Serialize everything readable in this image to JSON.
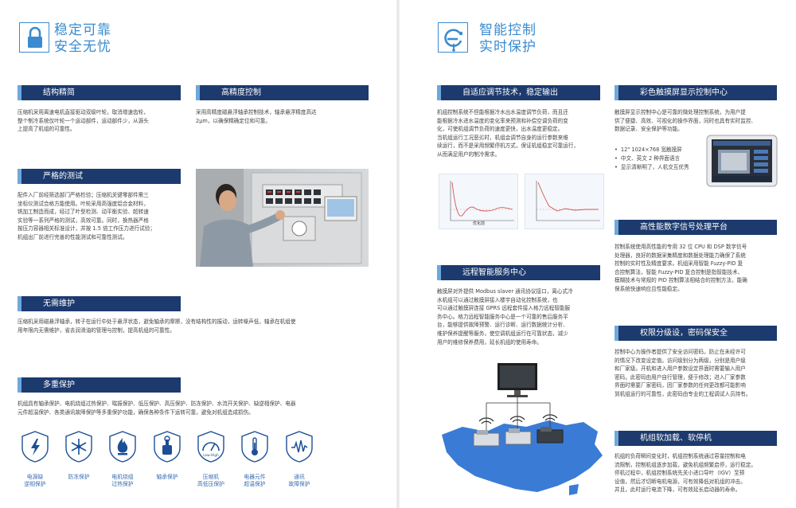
{
  "left": {
    "title_line1": "稳定可靠",
    "title_line2": "安全无忧",
    "sections": {
      "structure": {
        "header": "结构精简",
        "lines": [
          "压缩机采用离速电机直接驱动双级叶轮，取消增速齿轮，",
          "整个制冷系统仅叶轮一个运动部件，运动部件少，从源头",
          "上提高了机组的可靠性。"
        ]
      },
      "precision": {
        "header": "高精度控制",
        "lines": [
          "采用高精度磁悬浮轴承控制技术，轴承悬浮精度高达",
          "2μm，以确保精确定位和可靠。"
        ]
      },
      "testing": {
        "header": "严格的测试",
        "lines": [
          "配件入厂前经筛选部门严格检验；压缩机关键零部件需三",
          "坐标仪测试合格方能使用。叶轮采用高强度铝合金材料，",
          "铣加工制造而成，经过了叶型检测、动平衡实验、超转速",
          "实验等一系列严格的测试，高效可靠。同时，换热器严格",
          "按压力容器相关标准设计，并按 1.5 倍工作压力进行试验；",
          "机组出厂前进行完善的性能测试和可靠性测试。"
        ]
      },
      "maintenance": {
        "header": "无需维护",
        "lines": [
          "压缩机采用磁悬浮轴承，转子在运行中处于悬浮状态，避免轴承的摩擦，没有结构性的振动，运转噪声低，轴承在机组使",
          "用年限内无需维护，省去润滑油的管理与控制，提高机组的可靠性。"
        ]
      },
      "protection": {
        "header": "多重保护",
        "lines": [
          "机组具有轴承保护、电机绕组过热保护、喘振保护、低压保护、高压保护、防冻保护、水流开关保护、缺逆相保护、电器",
          "元件超温保护、各类通讯故障保护等多重保护功能，确保各种条件下运转可靠，避免对机组造成损伤。"
        ]
      }
    },
    "protections": [
      {
        "icon": "lightning-icon",
        "label1": "电源缺",
        "label2": "逆相保护"
      },
      {
        "icon": "snowflake-icon",
        "label1": "防冻保护",
        "label2": ""
      },
      {
        "icon": "flame-icon",
        "label1": "电机绕组",
        "label2": "过热保护"
      },
      {
        "icon": "bearing-icon",
        "label1": "轴承保护",
        "label2": ""
      },
      {
        "icon": "gauge-icon",
        "label1": "压缩机",
        "label2": "高低压保护",
        "gauge_text": "Low-High"
      },
      {
        "icon": "thermometer-icon",
        "label1": "电器元件",
        "label2": "超温保护"
      },
      {
        "icon": "signal-wave-icon",
        "label1": "通讯",
        "label2": "故障保护"
      }
    ]
  },
  "right": {
    "title_line1": "智能控制",
    "title_line2": "实时保护",
    "sections": {
      "adaptive": {
        "header": "自适应调节技术，稳定输出",
        "lines": [
          "机组控制系统不但能根据冷水出水温度调节负荷，而且还",
          "能根据冷水进水温度的变化率来预测和补偿空调负荷的变",
          "化，可使机组调节负荷的速度更快，出水温度更稳定。",
          "当机组运行工况恶劣时，机组会调节自身的运行参数来维",
          "续运行，而不是采用频繁停机方式，保证机组稳定可靠运行，",
          "从而满足用户的制冷需求。"
        ],
        "graph_caption": "优化前"
      },
      "touchscreen": {
        "header": "彩色触摸屏显示控制中心",
        "lines": [
          "触摸屏显示控制中心是可靠的微处理控制系统，为用户提",
          "供了便捷、高效、可视化的操作界面，同时也具有实时监控、",
          "数据记录、安全保护等功能。"
        ],
        "bullets": [
          "12\" 1024×768 宽触摸屏",
          "中文、英文 2 种界面语言",
          "显示清晰明了，人机交互优秀"
        ]
      },
      "dsp": {
        "header": "高性能数字信号处理平台",
        "lines": [
          "控制系统使用高性能的专用 32 位 CPU 和 DSP 数字信号",
          "处理器，良好的数据采集精度和数据处理能力确保了系统",
          "控制的实时性及精度要求。机组采用智能 Fuzzy-PID 复",
          "合控制算法，智能 Fuzzy-PID 复合控制是指智能技术、",
          "模糊技术与常规的 PID 控制算法相结合的控制方法，能确",
          "保系统快速响应且性能稳定。"
        ]
      },
      "remote": {
        "header": "远程智能服务中心",
        "lines": [
          "触摸屏对外提供 Modbus slaver 通讯协议接口，离心式冷",
          "水机组可以通过触摸屏接入楼宇自动化控制系统，也",
          "可以通过触摸屏连接 GPRS 远程套件接入格力远程智能服",
          "务中心。格力远程智能服务中心是一个可靠的售后服务平",
          "台，能够提供故障预警、运行诊断、运行数据统计分析、",
          "维护保养提醒等服务，使空调机组运行在可靠状态，减少",
          "用户的维修保养费用，延长机组的使用寿命。"
        ]
      },
      "permission": {
        "header": "权限分级设，密码保安全",
        "lines": [
          "控制中心为操作者提供了安全访问密码，防止在未经许可",
          "的情况下改变设定值。访问级别分为两级，分别是用户级",
          "和厂家级。开机和进入用户参数设定界面时需要输入用户",
          "密码，此密码由用户自行管理，便于修改；进入厂家参数",
          "界面时需要厂家密码，因厂家参数的任何更改都可能影响",
          "到机组运行的可靠性，此密码由专业的工程调试人员持有。"
        ]
      },
      "softload": {
        "header": "机组软加载、软停机",
        "lines": [
          "机组的负荷瞬间变化时，机组控制系统通过容量控制和电",
          "流限制，控制机组逐步加载，避免机组频繁启停，运行稳定。",
          "停机过程中，机组控制系统先关小进口导叶（IGV）至预",
          "设值，然后才切断电机电源，可有效降低对机组的冲击。",
          "并且，此时运行电流下降，可有效延长启动器的寿命。"
        ]
      }
    }
  },
  "colors": {
    "navy": "#1c3a6e",
    "accent_light": "#6ea8dc",
    "title_blue": "#3a8bd0",
    "icon_blue": "#1c4f96"
  }
}
